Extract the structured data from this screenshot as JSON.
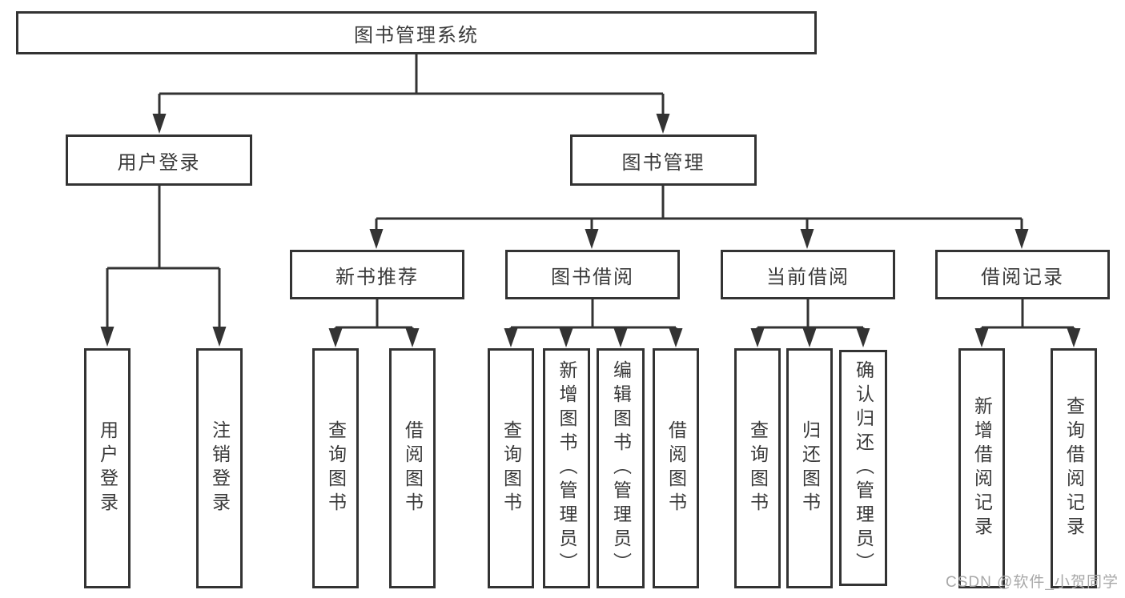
{
  "diagram": {
    "root": {
      "label": "图书管理系统"
    },
    "level2": [
      {
        "label": "用户登录"
      },
      {
        "label": "图书管理"
      }
    ],
    "level3": [
      {
        "label": "新书推荐"
      },
      {
        "label": "图书借阅"
      },
      {
        "label": "当前借阅"
      },
      {
        "label": "借阅记录"
      }
    ],
    "leaves": [
      {
        "label": "用户登录"
      },
      {
        "label": "注销登录"
      },
      {
        "label": "查询图书"
      },
      {
        "label": "借阅图书"
      },
      {
        "label": "查询图书"
      },
      {
        "label": "新增图书（管理员）"
      },
      {
        "label": "编辑图书（管理员）"
      },
      {
        "label": "借阅图书"
      },
      {
        "label": "查询图书"
      },
      {
        "label": "归还图书"
      },
      {
        "label": "确认归还（管理员）"
      },
      {
        "label": "新增借阅记录"
      },
      {
        "label": "查询借阅记录"
      }
    ],
    "colors": {
      "line": "#333333",
      "text": "#3a3a3a",
      "background": "#ffffff"
    }
  },
  "watermark": {
    "text": "CSDN @软件_小贺同学"
  }
}
